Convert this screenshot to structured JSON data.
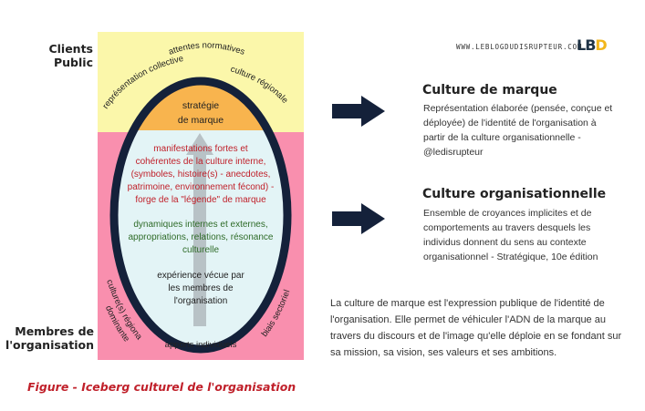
{
  "labels": {
    "clients_public": [
      "Clients",
      "Public"
    ],
    "membres": [
      "Membres de",
      "l'organisation"
    ]
  },
  "yellow_zone": {
    "attentes": "attentes normatives",
    "representation": "représentation collective",
    "culture_regionale": "culture régionale"
  },
  "strategie": [
    "stratégie",
    "de marque"
  ],
  "manifestations": [
    "manifestations fortes et",
    "cohérentes de la culture interne,",
    "(symboles, histoire(s) - anecdotes,",
    "patrimoine, environnement fécond) -",
    "forge de la \"légende\" de marque"
  ],
  "dynamiques": [
    "dynamiques internes et externes,",
    "appropriations, relations, résonance",
    "culturelle"
  ],
  "experience": [
    "expérience vécue par",
    "les membres de",
    "l'organisation"
  ],
  "pink_zone": {
    "cultures": [
      "culture(s) régionale(s)",
      "dominantes"
    ],
    "biais": "biais sectoriel",
    "apports": "apports individuels"
  },
  "brand": {
    "url": "WWW.LEBLOGDUDISRUPTEUR.COM",
    "logo_l": "LB",
    "logo_d": "D",
    "colors": {
      "dark": "#1f3346",
      "accent": "#f2b61c",
      "red": "#c0202a"
    }
  },
  "right": {
    "marque_title": "Culture de marque",
    "marque_desc": [
      "Représentation élaborée (pensée, conçue et",
      "déployée) de l'identité de l'organisation à",
      "partir de la culture organisationnelle -",
      "@ledisrupteur"
    ],
    "org_title": "Culture organisationnelle",
    "org_desc": [
      "Ensemble de croyances implicites et de",
      "comportements au travers desquels les",
      "individus donnent du sens au contexte",
      "organisationnel - Stratégique, 10e édition"
    ],
    "paragraph": [
      "La culture de marque est l'expression publique de l'identité de",
      "l'organisation. Elle permet de véhiculer l'ADN de la marque au",
      "travers du discours et de l'image qu'elle déploie en se fondant sur",
      "sa mission, sa vision, ses valeurs et ses ambitions."
    ]
  },
  "caption": "Figure - Iceberg culturel de l'organisation"
}
